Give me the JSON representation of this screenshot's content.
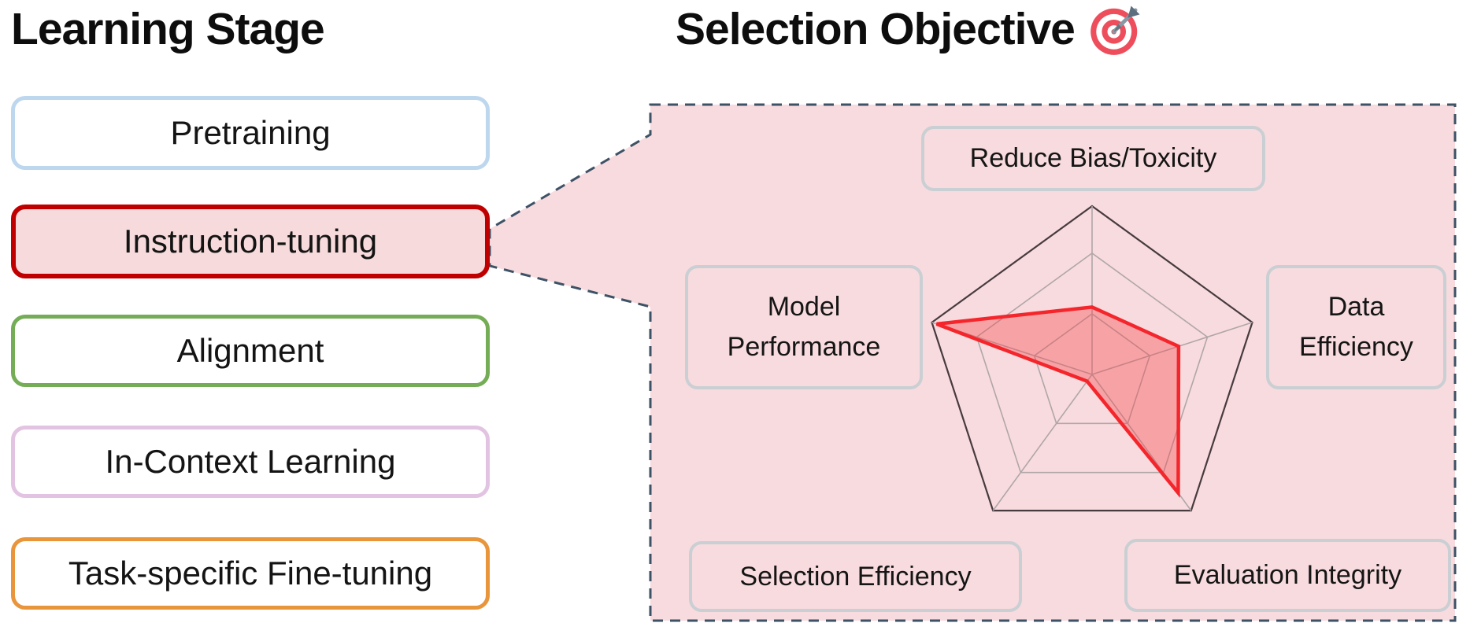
{
  "left_column": {
    "title": "Learning Stage",
    "stages": [
      {
        "label": "Pretraining",
        "border": "#BDD7EE",
        "fill": "#FFFFFF"
      },
      {
        "label": "Instruction-tuning",
        "border": "#C00000",
        "fill": "#F7DADC",
        "selected": true
      },
      {
        "label": "Alignment",
        "border": "#74AD56",
        "fill": "#FFFFFF"
      },
      {
        "label": "In-Context Learning",
        "border": "#E3C3E2",
        "fill": "#FFFFFF"
      },
      {
        "label": "Task-specific Fine-tuning",
        "border": "#E8953C",
        "fill": "#FFFFFF"
      }
    ]
  },
  "right_panel": {
    "title": "Selection Objective",
    "title_icon": "target-emoji",
    "panel_fill": "#F8DBDE",
    "panel_border": "#3E5266"
  },
  "colors": {
    "label_box_border": "#C9CFD3",
    "callout_highlight_border": "#C00000",
    "radar_outer_ring": "#473B40",
    "radar_grid": "#B0A6A8"
  },
  "chart_data": {
    "type": "radar",
    "title": "Selection Objective",
    "categories": [
      "Reduce Bias/Toxicity",
      "Data Efficiency",
      "Evaluation Integrity",
      "Selection Efficiency",
      "Model Performance"
    ],
    "values": [
      0.4,
      0.54,
      0.87,
      0.05,
      0.97
    ],
    "value_scale": "fraction of outer pentagon radius (0 = center, 1 = outer ring)",
    "grid_rings": [
      0.36,
      0.72,
      1.0
    ],
    "grid_shape": "pentagon",
    "legend": "none",
    "series_color": "#F4262C",
    "series_fill": "rgba(244,70,75,0.38)"
  }
}
